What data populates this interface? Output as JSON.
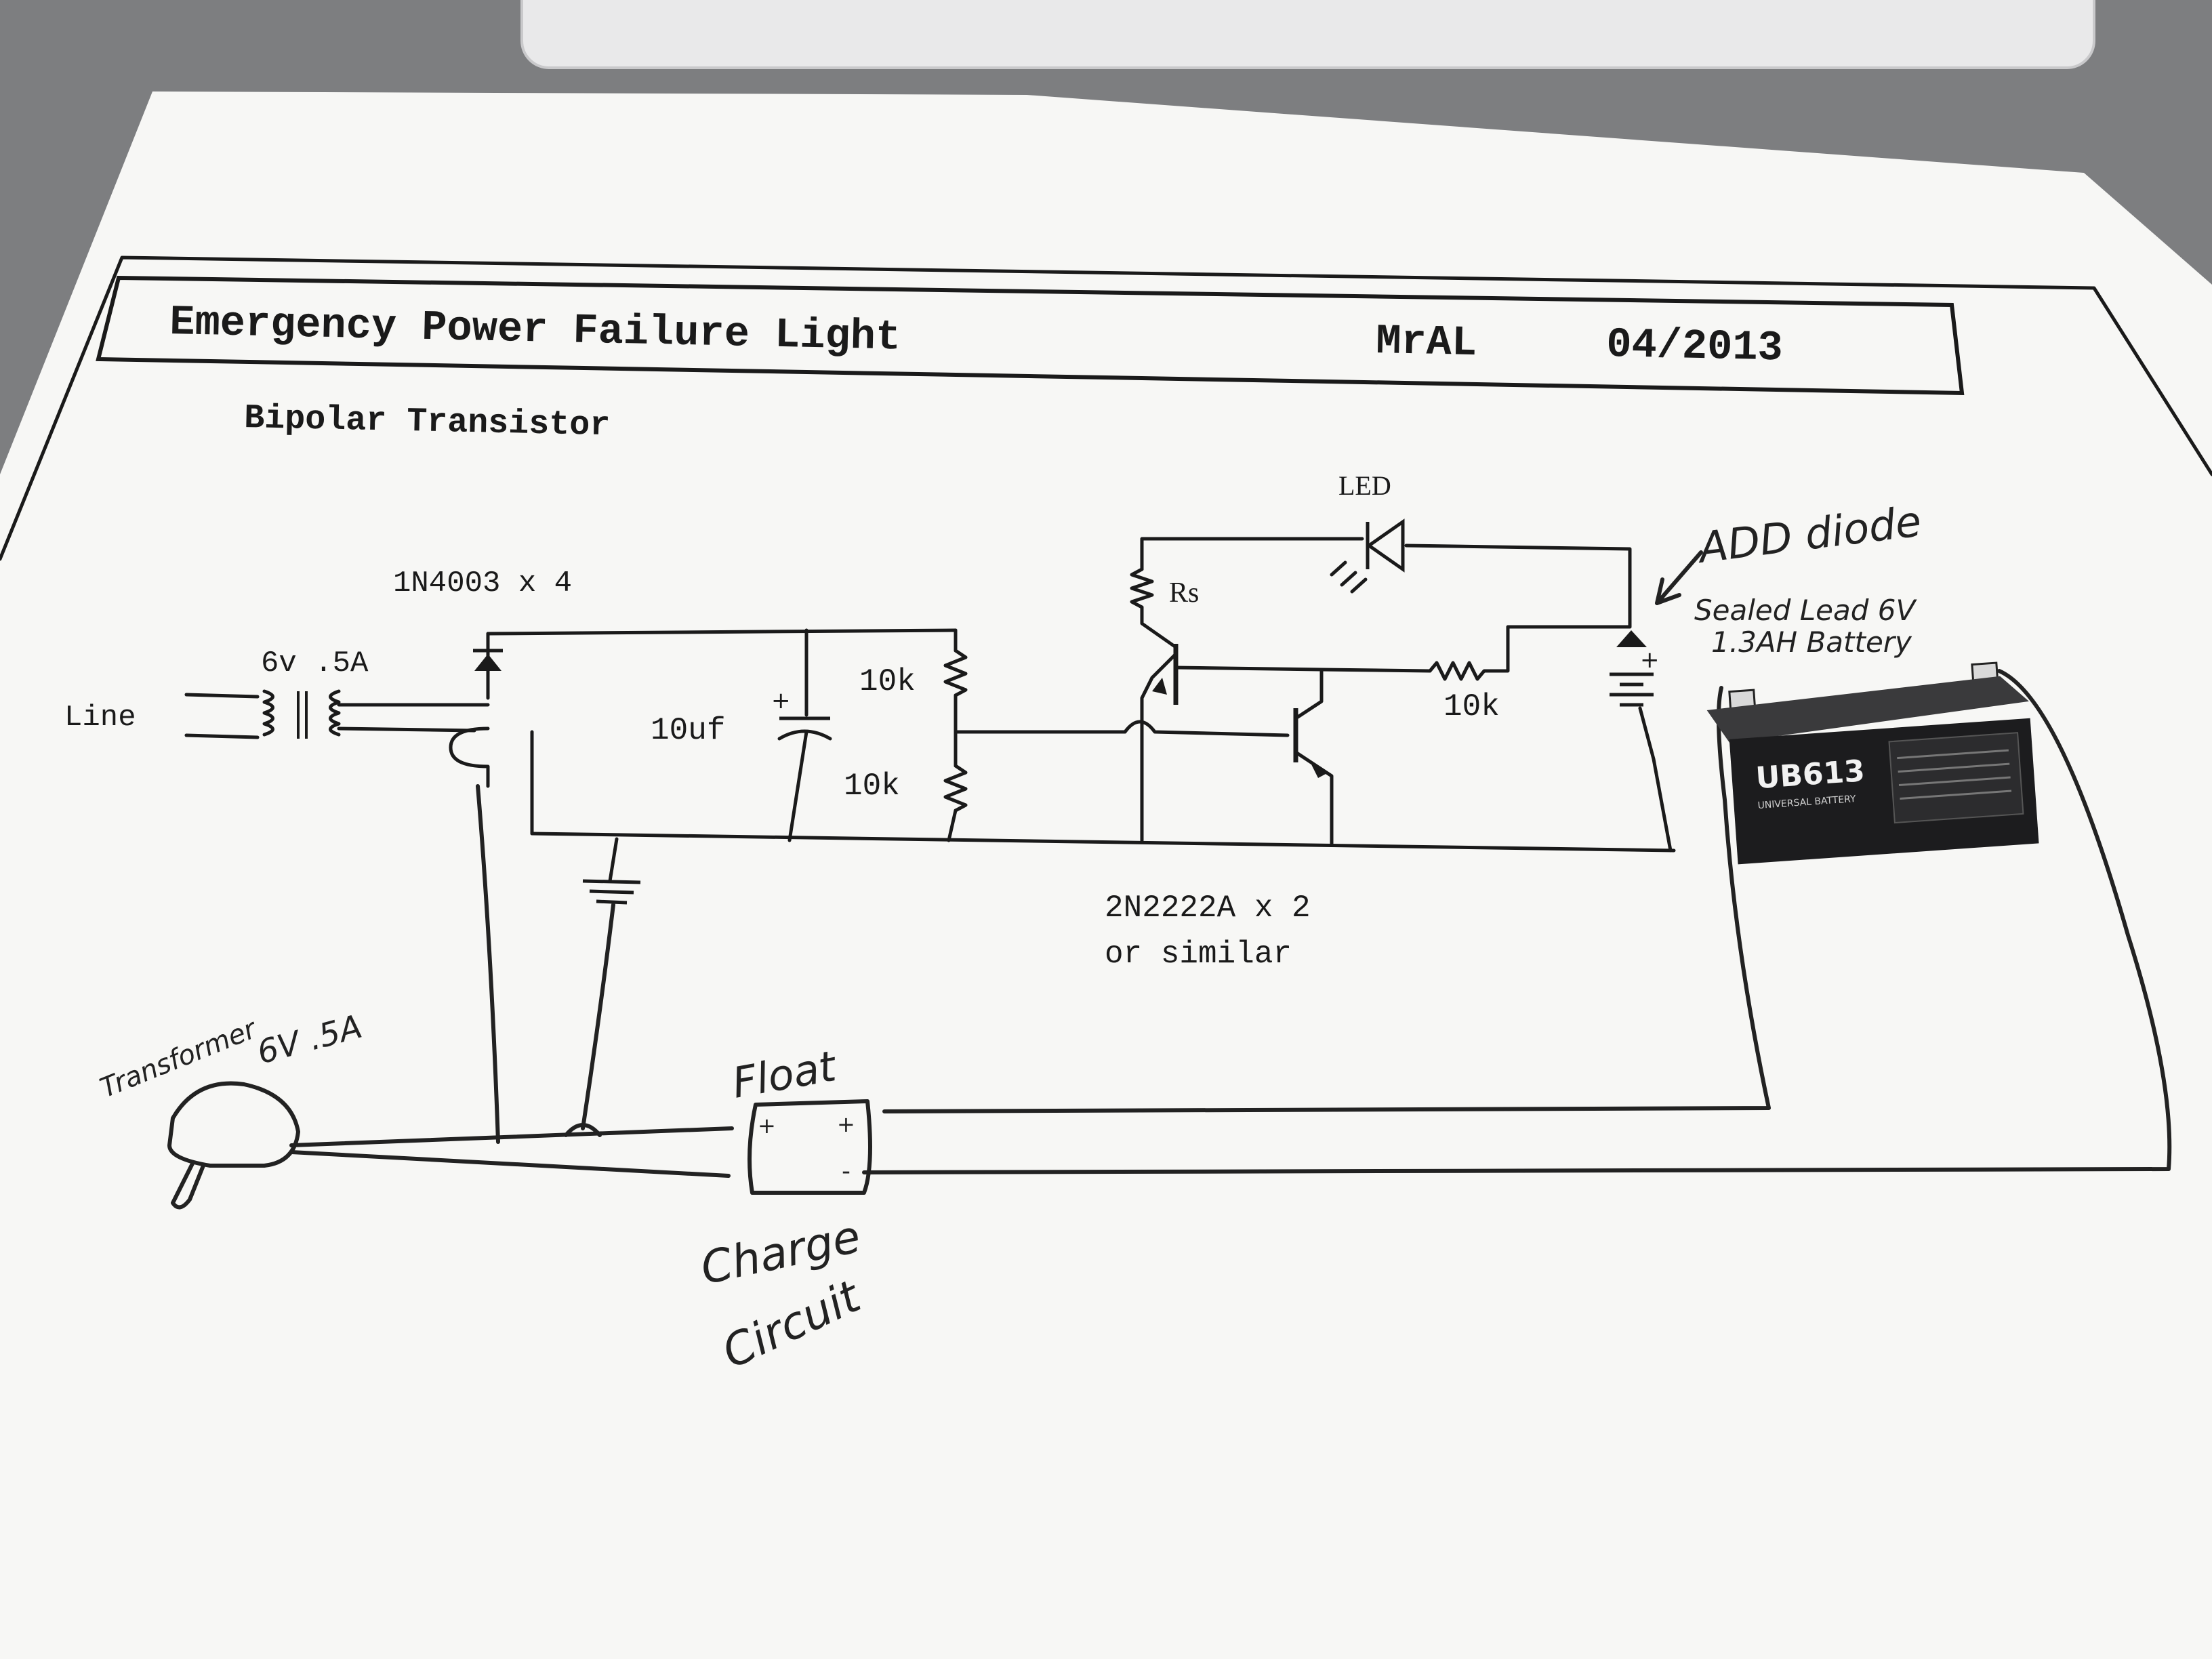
{
  "header": {
    "title": "Emergency Power Failure Light",
    "author": "MrAL",
    "date": "04/2013"
  },
  "subtitle": "Bipolar Transistor",
  "labels": {
    "led": "LED",
    "rs": "Rs",
    "diodes": "1N4003 x 4",
    "transformer_rating": "6v .5A",
    "line": "Line",
    "capacitor": "10uf",
    "resistor_top": "10k",
    "resistor_bottom": "10k",
    "resistor_base": "10k",
    "transistors_line1": "2N2222A x 2",
    "transistors_line2": "or similar",
    "plus_cap": "+",
    "plus_batt": "+"
  },
  "handwritten": {
    "add_diode": "ADD diode",
    "battery_line1": "Sealed Lead 6V",
    "battery_line2": "1.3AH Battery",
    "transformer": "Transformer",
    "transformer_rating": "6V .5A",
    "float": "Float",
    "charge": "Charge",
    "circuit": "Circuit",
    "plus": "+",
    "minus": "-"
  },
  "battery_photo": {
    "brand": "UB613",
    "subtitle": "UNIVERSAL BATTERY"
  },
  "colors": {
    "desk": "#7d7e80",
    "paper": "#f7f7f5",
    "ink": "#1a1a1a",
    "battery": "#1c1c1e"
  }
}
